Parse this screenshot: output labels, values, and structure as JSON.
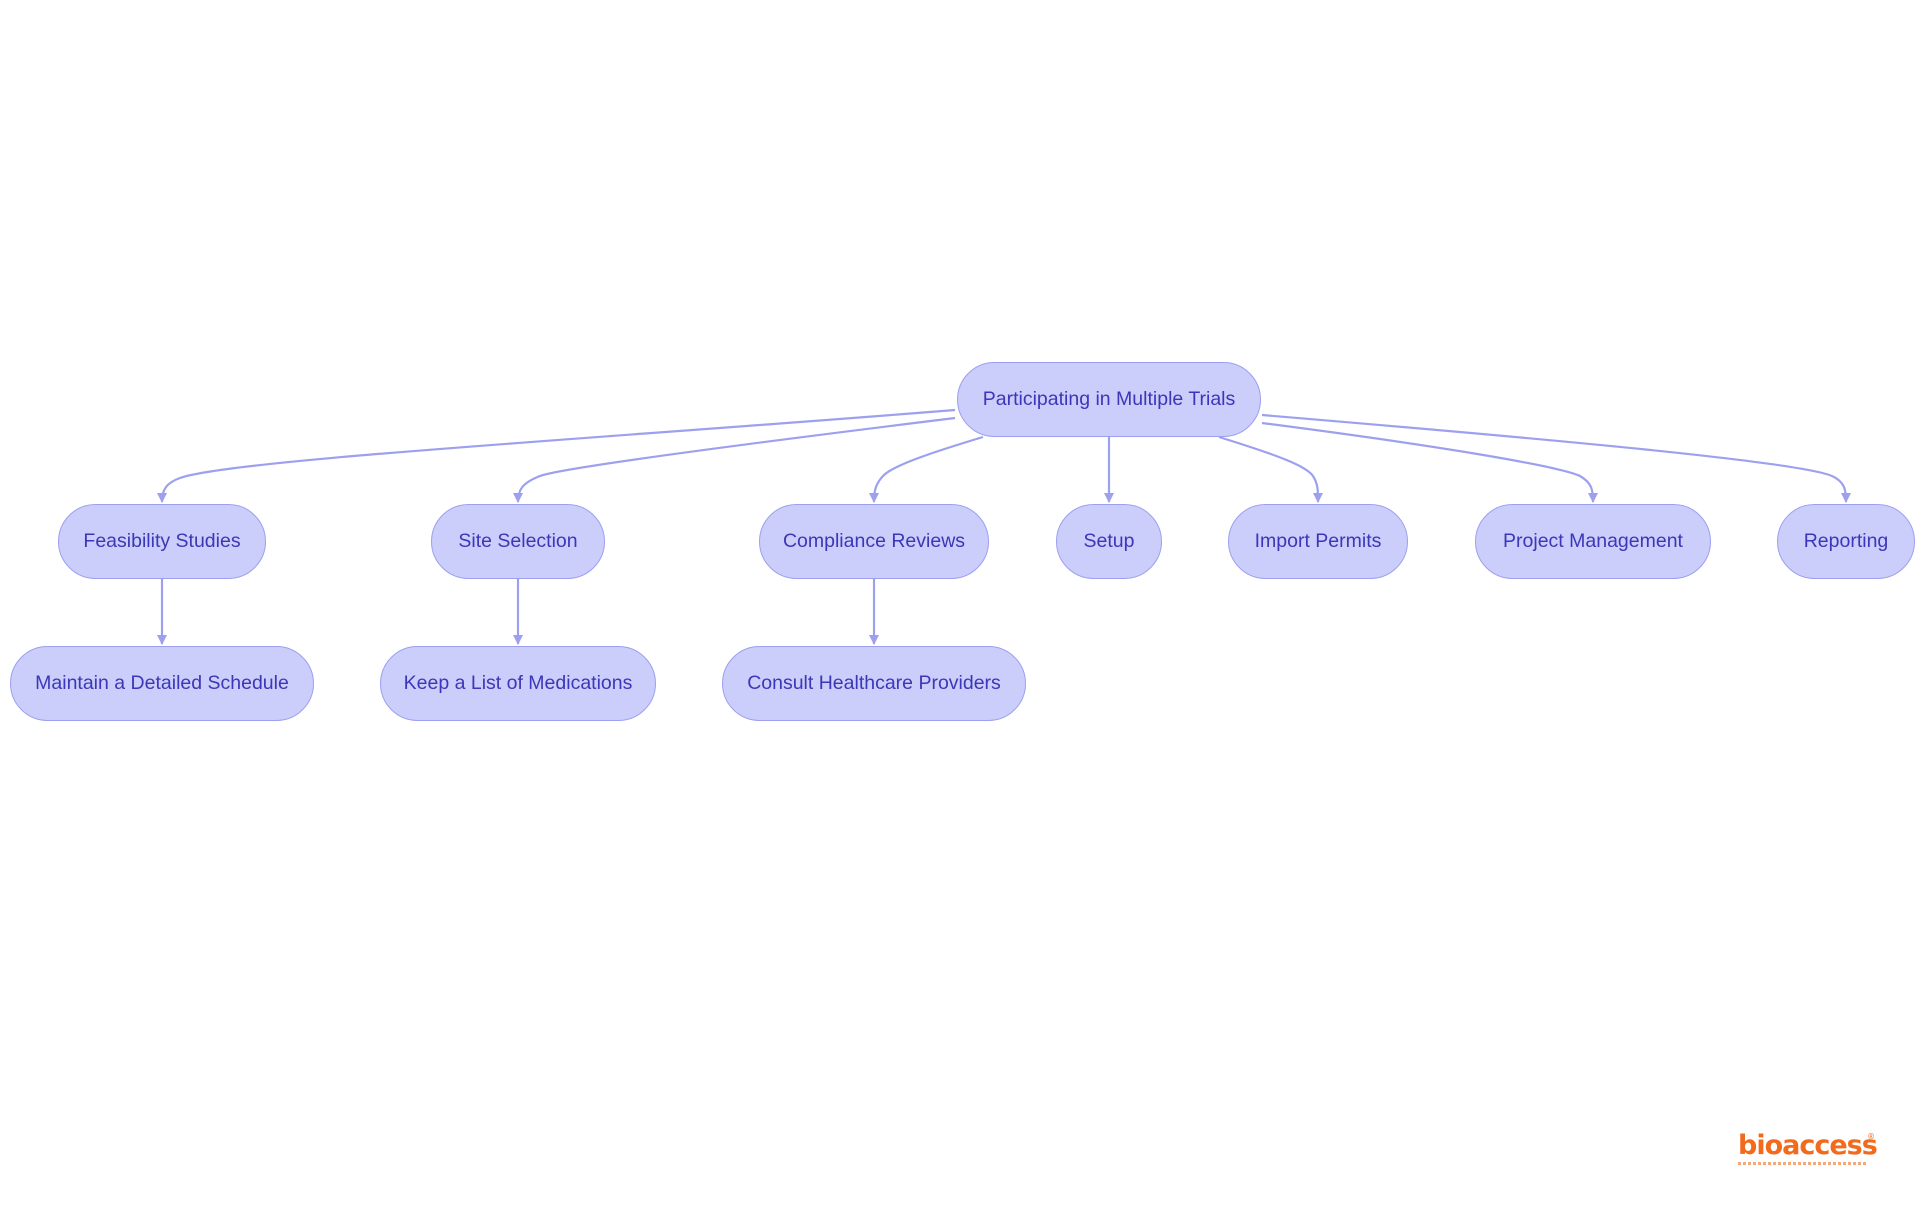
{
  "diagram": {
    "root": {
      "id": "root",
      "label": "Participating in Multiple Trials"
    },
    "children": [
      {
        "id": "feasibility",
        "label": "Feasibility Studies"
      },
      {
        "id": "site",
        "label": "Site Selection"
      },
      {
        "id": "compliance",
        "label": "Compliance Reviews"
      },
      {
        "id": "setup",
        "label": "Setup"
      },
      {
        "id": "import",
        "label": "Import Permits"
      },
      {
        "id": "project",
        "label": "Project Management"
      },
      {
        "id": "reporting",
        "label": "Reporting"
      }
    ],
    "grandchildren": [
      {
        "id": "schedule",
        "parent": "feasibility",
        "label": "Maintain a Detailed Schedule"
      },
      {
        "id": "medications",
        "parent": "site",
        "label": "Keep a List of Medications"
      },
      {
        "id": "consult",
        "parent": "compliance",
        "label": "Consult Healthcare Providers"
      }
    ],
    "colors": {
      "node_fill": "#cbcdfb",
      "node_border": "#9ca0ee",
      "node_text": "#3b37b8",
      "edge": "#9ca0ee"
    }
  },
  "logo": {
    "brand": "bioaccess",
    "registered_mark": "®",
    "color": "#f26a1b"
  }
}
